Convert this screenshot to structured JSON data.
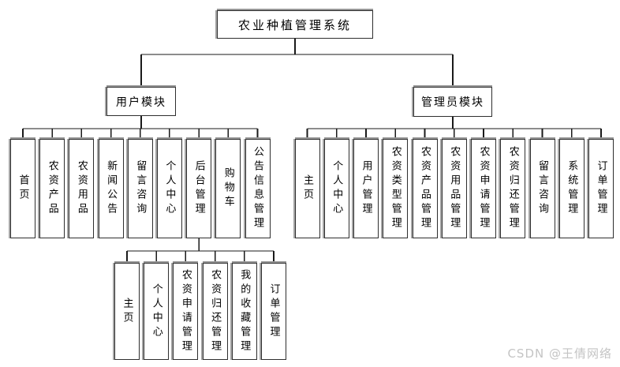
{
  "diagram": {
    "root_label": "农业种植管理系统",
    "modules": [
      {
        "label": "用户模块",
        "children": [
          "首页",
          "农资产品",
          "农资用品",
          "新闻公告",
          "留言咨询",
          "个人中心",
          "后台管理",
          "购物车",
          "公告信息管理"
        ]
      },
      {
        "label": "管理员模块",
        "children": [
          "主页",
          "个人中心",
          "用户管理",
          "农资类型管理",
          "农资产品管理",
          "农资用品管理",
          "农资申请管理",
          "农资归还管理",
          "留言咨询",
          "系统管理",
          "订单管理"
        ]
      }
    ],
    "backend_parent": "后台管理",
    "backend_children": [
      "主页",
      "个人中心",
      "农资申请管理",
      "农资归还管理",
      "我的收藏管理",
      "订单管理"
    ]
  },
  "watermark": "CSDN @王倩网络",
  "colors": {
    "background": "#ffffff",
    "box_border": "#2e2e2e",
    "box_shadow": "#979797",
    "line_horizontal": "#8c8c8c",
    "line_vertical": "#1a1a1a",
    "text": "#000000",
    "watermark": "#c4c4c4"
  }
}
